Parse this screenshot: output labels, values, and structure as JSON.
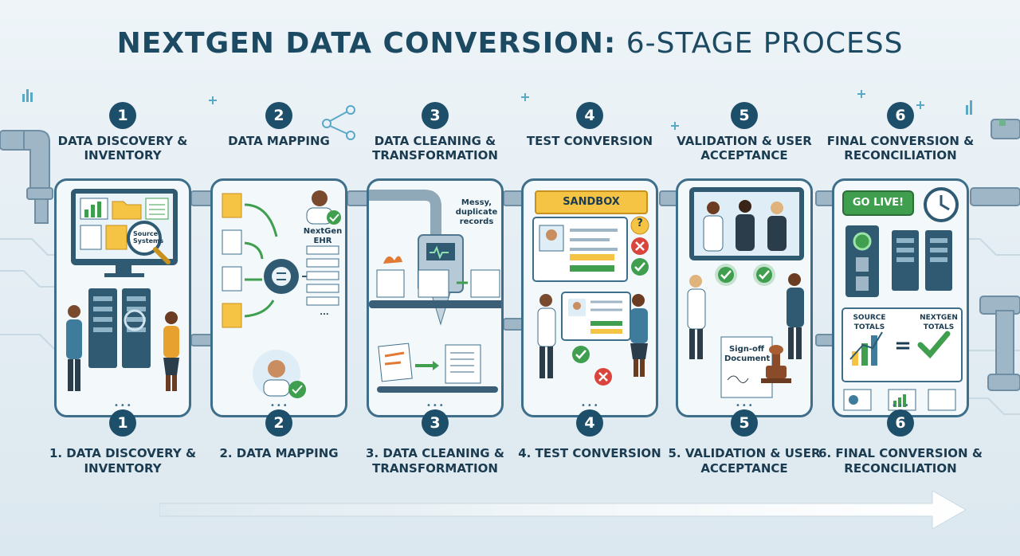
{
  "title": {
    "bold": "NEXTGEN DATA CONVERSION:",
    "light": "6-STAGE PROCESS"
  },
  "stages": [
    {
      "number": "1",
      "header": "DATA DISCOVERY & INVENTORY",
      "footer": "1. DATA DISCOVERY & INVENTORY",
      "labels": {
        "source": "Source Systems"
      }
    },
    {
      "number": "2",
      "header": "DATA MAPPING",
      "footer": "2. DATA MAPPING",
      "labels": {
        "ehr": "NextGen EHR",
        "ellipsis": "..."
      }
    },
    {
      "number": "3",
      "header": "DATA CLEANING & TRANSFORMATION",
      "footer": "3. DATA CLEANING & TRANSFORMATION",
      "labels": {
        "messy": "Messy, duplicate records"
      }
    },
    {
      "number": "4",
      "header": "TEST CONVERSION",
      "footer": "4. TEST CONVERSION",
      "labels": {
        "sandbox": "SANDBOX",
        "question": "?"
      }
    },
    {
      "number": "5",
      "header": "VALIDATION & USER ACCEPTANCE",
      "footer": "5. VALIDATION & USER ACCEPTANCE",
      "labels": {
        "signoff": "Sign-off Document"
      }
    },
    {
      "number": "6",
      "header": "FINAL CONVERSION & RECONCILIATION",
      "footer": "6. FINAL CONVERSION & RECONCILIATION",
      "labels": {
        "golive": "GO LIVE!",
        "source_totals": "SOURCE TOTALS",
        "nextgen_totals": "NEXTGEN TOTALS",
        "equals": "="
      }
    }
  ],
  "colors": {
    "primary": "#1e4f6a",
    "panel_border": "#3e6e8a",
    "check": "#3f9f4e",
    "alert": "#d9453c",
    "highlight": "#f6c445"
  },
  "icons": [
    "server-icon",
    "folder-icon",
    "document-icon",
    "gear-icon",
    "magnifier-icon",
    "check-icon",
    "x-icon",
    "clock-icon",
    "stamp-icon",
    "bar-chart-icon",
    "progress-arrow-icon"
  ]
}
